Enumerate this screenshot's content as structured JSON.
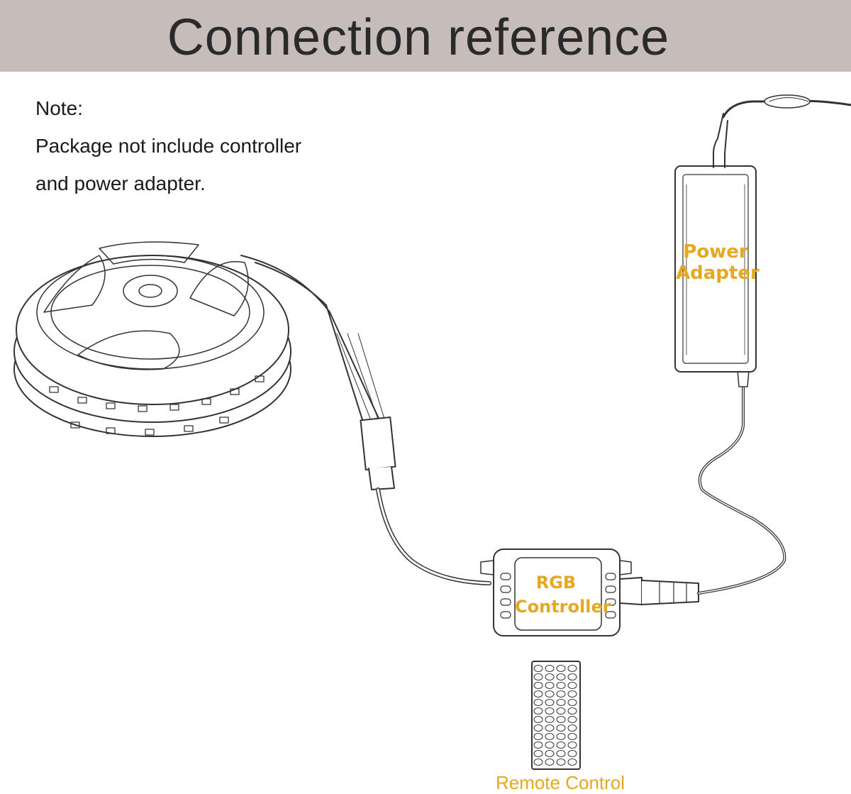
{
  "header": {
    "title": "Connection reference"
  },
  "note": {
    "heading": "Note:",
    "lines": [
      "Package not include controller",
      "and power adapter."
    ]
  },
  "labels": {
    "power_adapter": [
      "Power",
      "Adapter"
    ],
    "rgb_controller": [
      "RGB",
      "Controller"
    ],
    "remote_control": "Remote Control"
  },
  "colors": {
    "banner": "#c6bcba",
    "label": "#e6a821",
    "title": "#2a2a2a"
  },
  "icons": [
    "led-strip-reel-icon",
    "power-adapter-icon",
    "rgb-controller-icon",
    "remote-control-icon"
  ]
}
